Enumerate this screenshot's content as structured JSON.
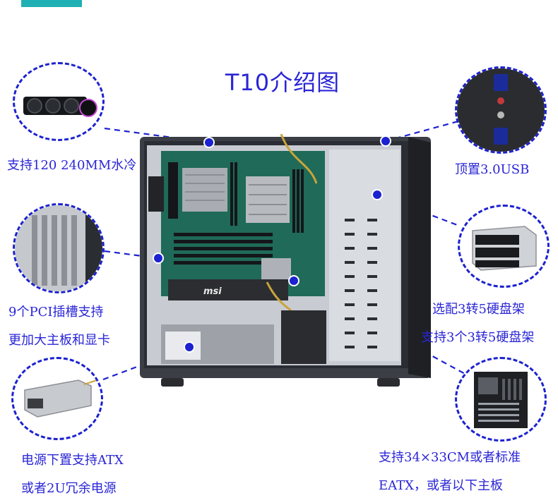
{
  "title": "T10介绍图",
  "labels": {
    "water_cooling": "支持120 240MM水冷",
    "top_usb": "顶置3.0USB",
    "pci_line1": "9个PCI插槽支持",
    "pci_line2": "更加大主板和显卡",
    "drive_cage_line1": "选配3转5硬盘架",
    "drive_cage_line2": "支持3个3转5硬盘架",
    "psu_line1": "电源下置支持ATX",
    "psu_line2": "或者2U冗余电源",
    "board_line1": "支持34×33CM或者标准",
    "board_line2": "EATX，或者以下主板"
  },
  "icons": [
    "radiator-icon",
    "usb-port-icon",
    "pci-slot-icon",
    "drive-cage-icon",
    "power-supply-icon",
    "motherboard-icon",
    "case-illustration"
  ],
  "colors": {
    "accent": "#2a25d6",
    "dash": "#1c22cf",
    "tab": "#1fb0b3"
  }
}
